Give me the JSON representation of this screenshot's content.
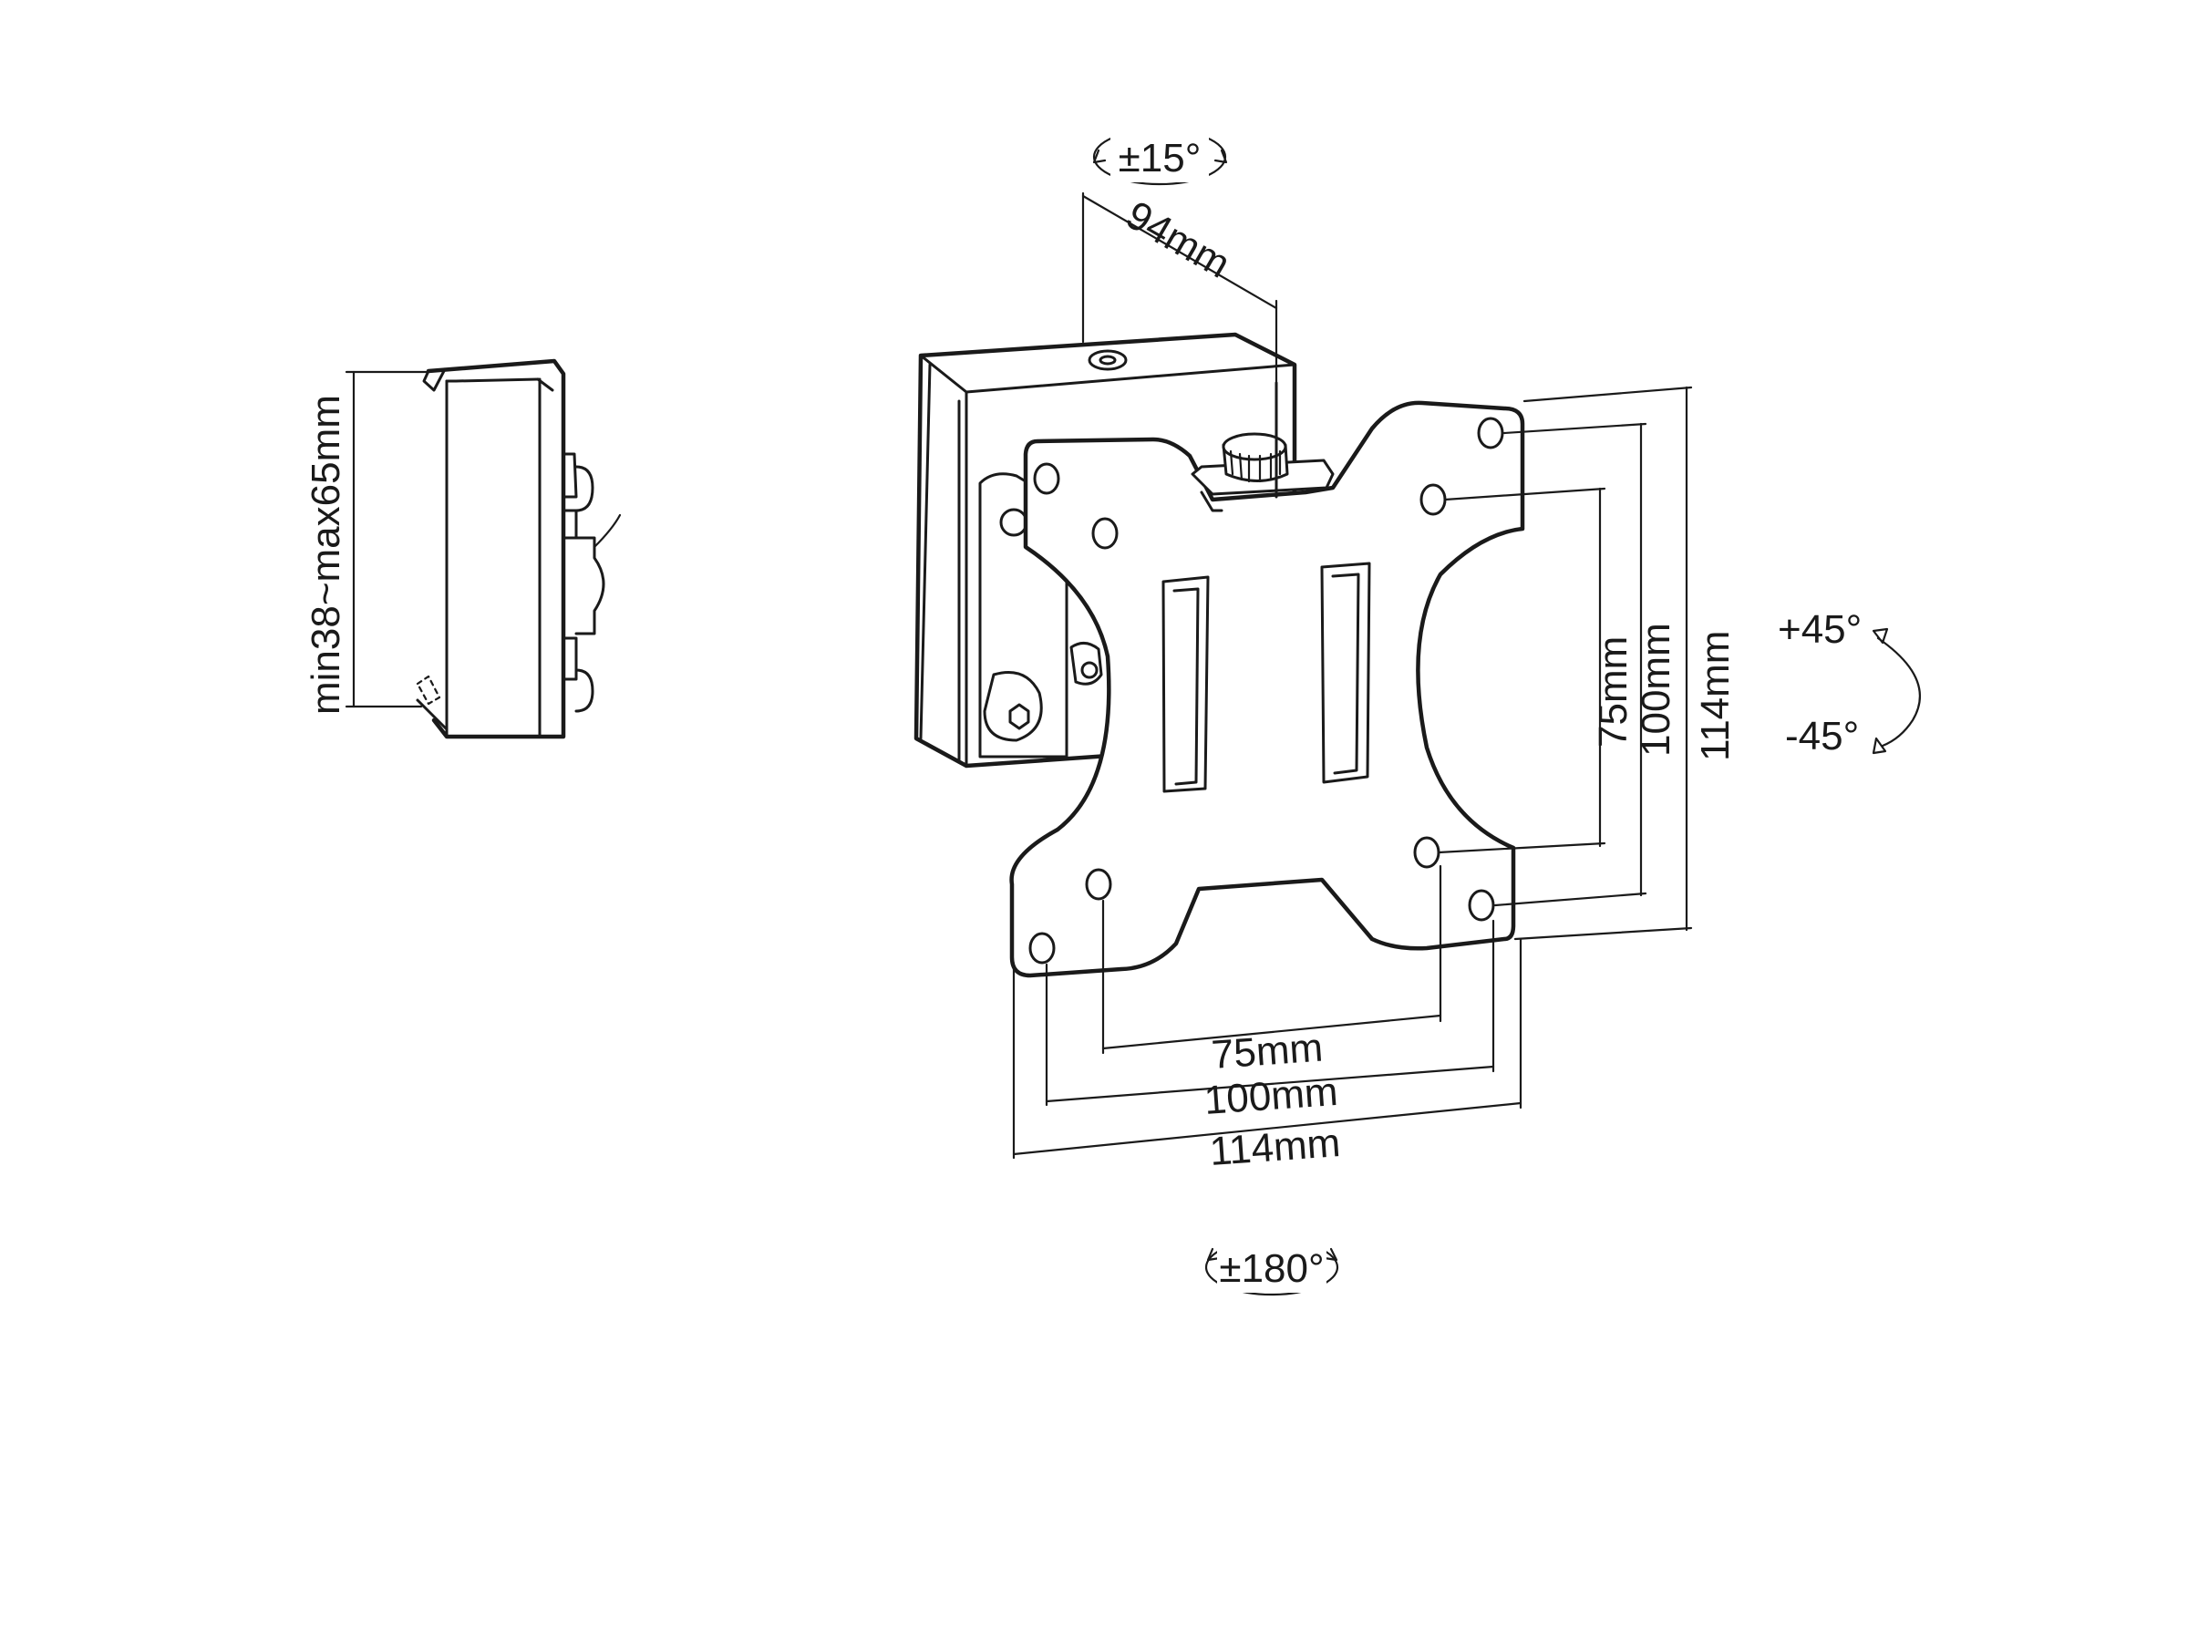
{
  "labels": {
    "tilt": "±15°",
    "depth": "94mm",
    "clamp_range": "min38~max65mm",
    "rotate_up": "+45°",
    "rotate_down": "-45°",
    "swivel": "±180°"
  },
  "vesa_horizontal": [
    "75mm",
    "100mm",
    "114mm"
  ],
  "vesa_vertical": [
    "75mm",
    "100mm",
    "114mm"
  ]
}
